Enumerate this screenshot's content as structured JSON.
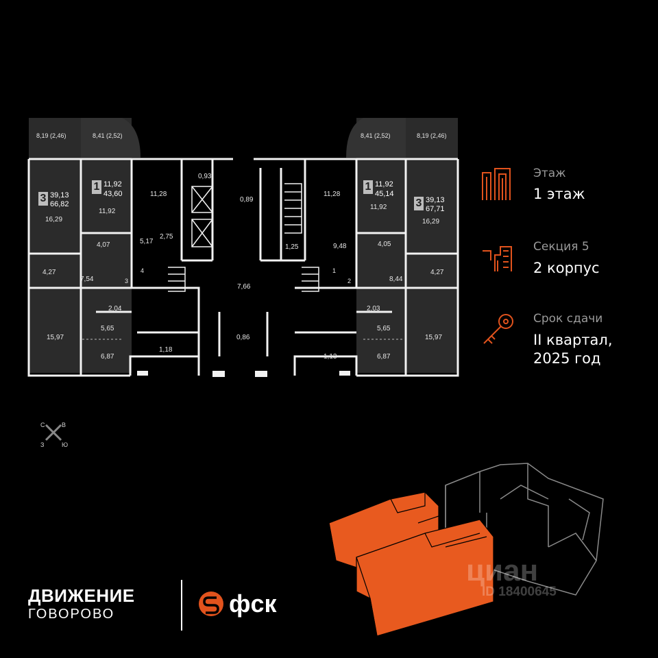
{
  "info": {
    "floor_label": "Этаж",
    "floor_value": "1 этаж",
    "section_label": "Секция 5",
    "section_value": "2 корпус",
    "deadline_label": "Срок сдачи",
    "deadline_value_1": "II квартал,",
    "deadline_value_2": "2025 год"
  },
  "apartments": [
    {
      "rooms": "3",
      "living": "39,13",
      "total": "66,82"
    },
    {
      "rooms": "1",
      "living": "11,92",
      "total": "43,60"
    },
    {
      "rooms": "1",
      "living": "11,92",
      "total": "45,14"
    },
    {
      "rooms": "3",
      "living": "39,13",
      "total": "67,71"
    }
  ],
  "areas": {
    "a1": "8,19 (2,46)",
    "a2": "8,41 (2,52)",
    "a3": "8,41 (2,52)",
    "a4": "8,19 (2,46)",
    "a5": "16,29",
    "a6": "11,92",
    "a7": "11,28",
    "a8": "0,93",
    "a9": "0,89",
    "a10": "11,28",
    "a11": "11,92",
    "a12": "16,29",
    "a13": "4,07",
    "a14": "5,17",
    "a15": "2,75",
    "a16": "1,25",
    "a17": "9,48",
    "a18": "4,05",
    "a19": "4,27",
    "a20": "7,54",
    "a21": "7,66",
    "a22": "8,44",
    "a23": "4,27",
    "a24": "2,04",
    "a25": "2,03",
    "a26": "5,65",
    "a27": "5,65",
    "a28": "15,97",
    "a29": "15,97",
    "a30": "0,86",
    "a31": "6,87",
    "a32": "6,87",
    "a33": "1,18",
    "a34": "1,13",
    "d1": "3",
    "d2": "4",
    "d3": "1",
    "d4": "2"
  },
  "compass": {
    "n": "С",
    "e": "В",
    "w": "З",
    "s": "Ю"
  },
  "branding": {
    "project_name": "ДВИЖЕНИЕ",
    "project_sub": "ГОВОРОВО",
    "developer": "фск",
    "watermark_brand": "циан",
    "watermark_id": "ID 18400645"
  },
  "colors": {
    "accent": "#e2531d",
    "background": "#000000",
    "apartment_fill": "#2a2a2a"
  }
}
